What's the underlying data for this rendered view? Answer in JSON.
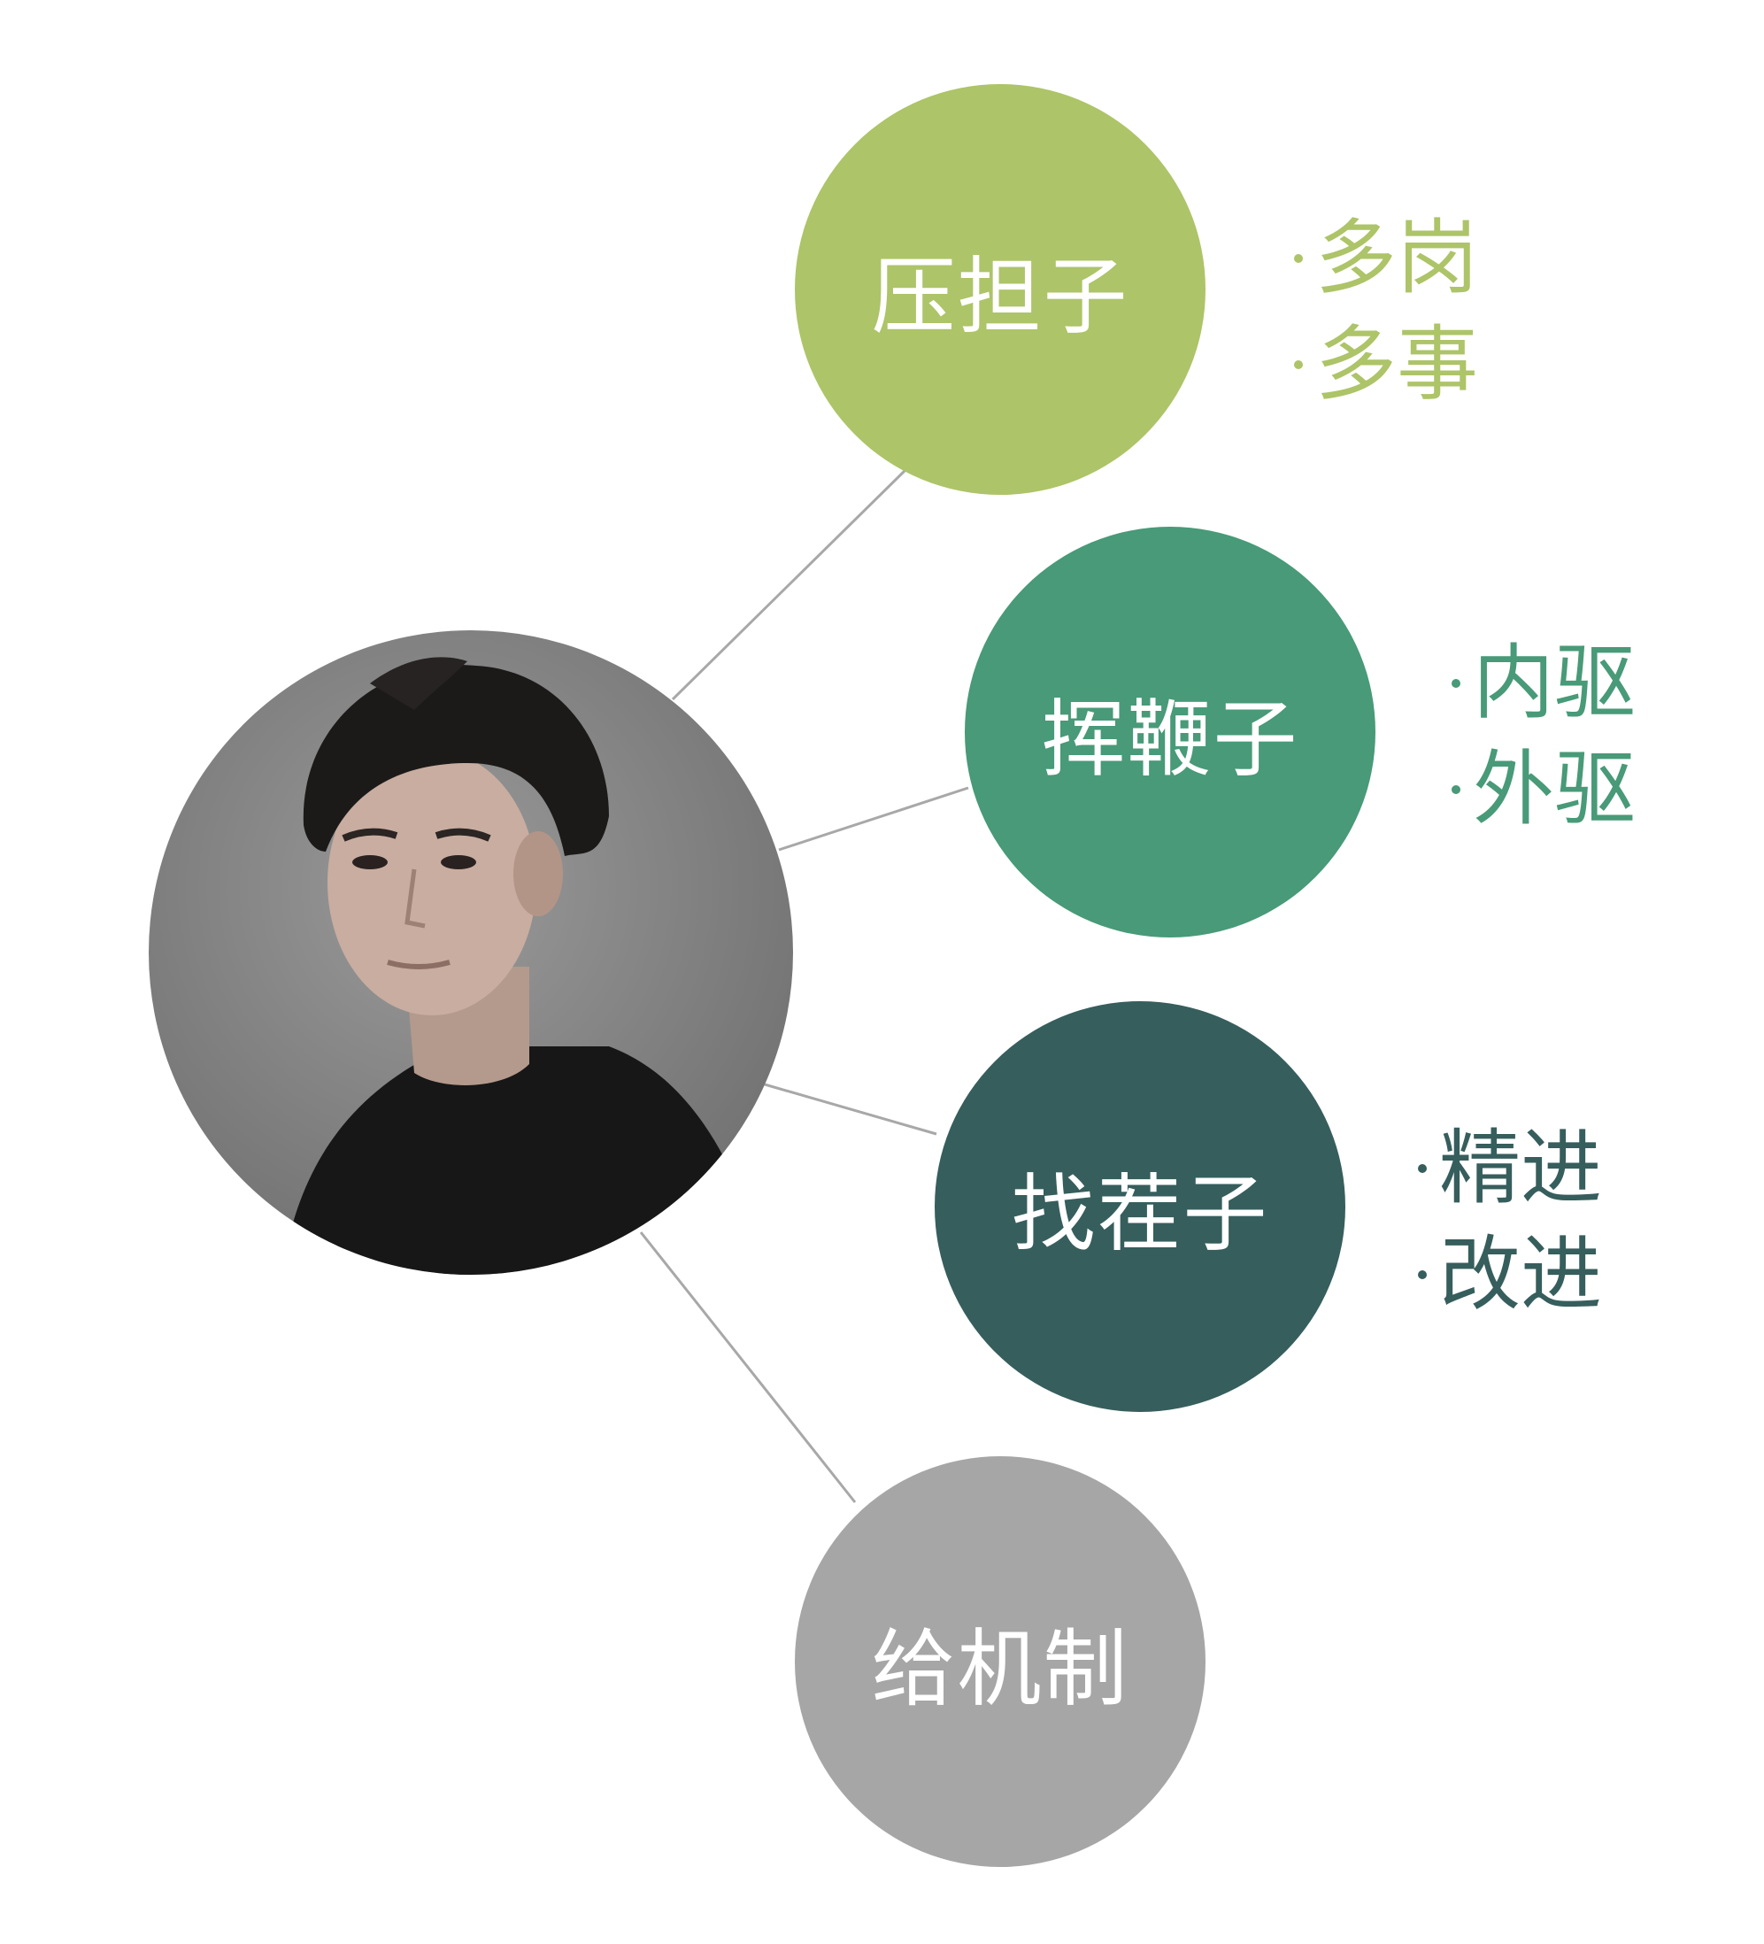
{
  "colors": {
    "node_1": "#adc468",
    "node_2": "#489a78",
    "node_3": "#365e5c",
    "node_4": "#a6a6a6",
    "connector": "#a8a8a8",
    "photo_background": "#8a8a8a"
  },
  "center": {
    "name": "avatar-photo"
  },
  "nodes": [
    {
      "label": "压担子",
      "bullets": [
        "多岗",
        "多事"
      ]
    },
    {
      "label": "挥鞭子",
      "bullets": [
        "内驱",
        "外驱"
      ]
    },
    {
      "label": "找茬子",
      "bullets": [
        "精进",
        "改进"
      ]
    },
    {
      "label": "给机制",
      "bullets": []
    }
  ]
}
